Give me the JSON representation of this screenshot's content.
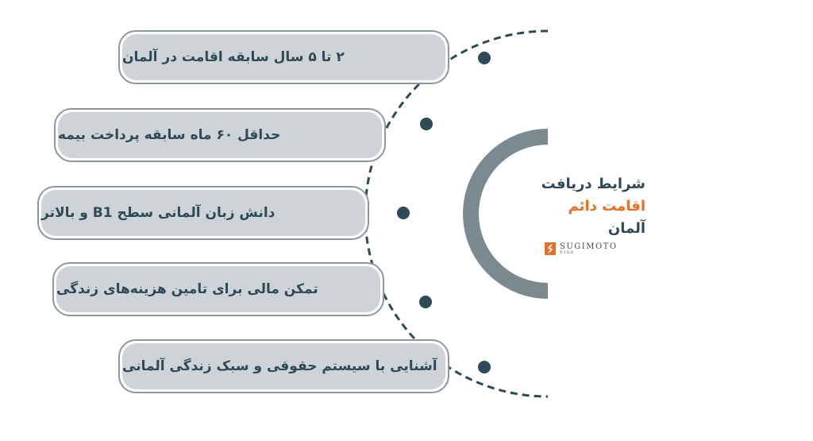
{
  "colors": {
    "dark_teal": "#2f4a56",
    "accent_orange": "#e4702a",
    "card_fill": "#cdd3d7",
    "card_border": "#8e979c",
    "thick_arc": "#7b8a91",
    "dashed_arc": "#2f4a56"
  },
  "center": {
    "title_line1": "شرایط دریافت",
    "title_line2": "اقامت دائم",
    "title_line3": "آلمان",
    "logo_name": "SUGIMOTO",
    "logo_sub": "VISA"
  },
  "items": [
    {
      "label": "۲ تا ۵ سال سابقه اقامت در آلمان"
    },
    {
      "label": "حداقل ۶۰ ماه سابقه پرداخت بیمه"
    },
    {
      "label": "دانش زبان آلمانی سطح  B1  و بالاتر"
    },
    {
      "label": "تمکن مالی برای تامین هزینه‌های زندگی"
    },
    {
      "label": "آشنایی با سیستم  حقوقی و سبک زندگی آلمانی"
    }
  ]
}
